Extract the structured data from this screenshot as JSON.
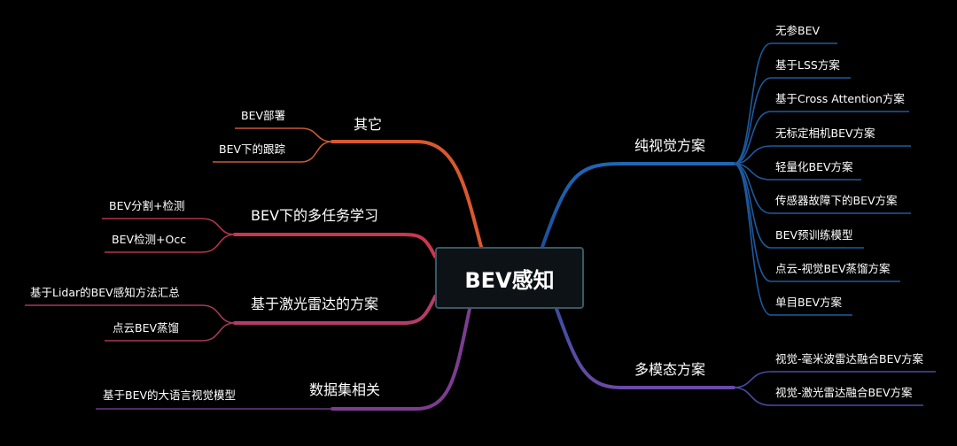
{
  "root": {
    "label": "BEV感知"
  },
  "right": {
    "vision": {
      "label": "纯视觉方案",
      "color": "#1f5fa8",
      "items": [
        "无参BEV",
        "基于LSS方案",
        "基于Cross Attention方案",
        "无标定相机BEV方案",
        "轻量化BEV方案",
        "传感器故障下的BEV方案",
        "BEV预训练模型",
        "点云-视觉BEV蒸馏方案",
        "单目BEV方案"
      ]
    },
    "multimodal": {
      "label": "多模态方案",
      "color": "#5b4ea4",
      "items": [
        "视觉-毫米波雷达融合BEV方案",
        "视觉-激光雷达融合BEV方案"
      ]
    }
  },
  "left": {
    "other": {
      "label": "其它",
      "color": "#e0603a",
      "items": [
        "BEV部署",
        "BEV下的跟踪"
      ]
    },
    "multitask": {
      "label": "BEV下的多任务学习",
      "color": "#c9374f",
      "items": [
        "BEV分割+检测",
        "BEV检测+Occ"
      ]
    },
    "lidar": {
      "label": "基于激光雷达的方案",
      "color": "#b53c6a",
      "items": [
        "基于Lidar的BEV感知方法汇总",
        "点云BEV蒸馏"
      ]
    },
    "dataset": {
      "label": "数据集相关",
      "color": "#7b3d8f",
      "items": [
        "基于BEV的大语言视觉模型"
      ]
    }
  }
}
